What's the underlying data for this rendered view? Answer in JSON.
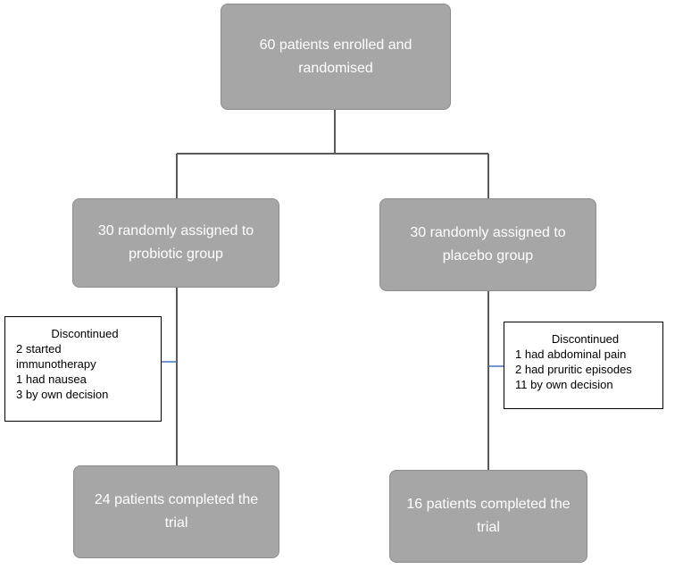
{
  "flow": {
    "enrolled": {
      "line1": "60 patients enrolled and",
      "line2": "randomised"
    },
    "probiotic": {
      "line1": "30 randomly  assigned to",
      "line2": "probiotic group"
    },
    "placebo": {
      "line1": "30 randomly assigned to",
      "line2": "placebo group"
    },
    "probiotic_excluded": {
      "heading": "Discontinued",
      "reasons": [
        "2 started",
        "immunotherapy",
        "1 had nausea",
        "3 by own decision"
      ]
    },
    "placebo_excluded": {
      "heading": "Discontinued",
      "reasons": [
        "1 had abdominal pain",
        "2 had pruritic episodes",
        "11 by own decision"
      ]
    },
    "probiotic_completed": {
      "line1": "24 patients completed the",
      "line2": "trial"
    },
    "placebo_completed": {
      "line1": "16 patients completed the",
      "line2": "trial"
    }
  },
  "colors": {
    "box_fill": "#a6a6a6",
    "box_text": "#ffffff",
    "connector": "#595959",
    "exclusion_tick": "#4472c4"
  }
}
